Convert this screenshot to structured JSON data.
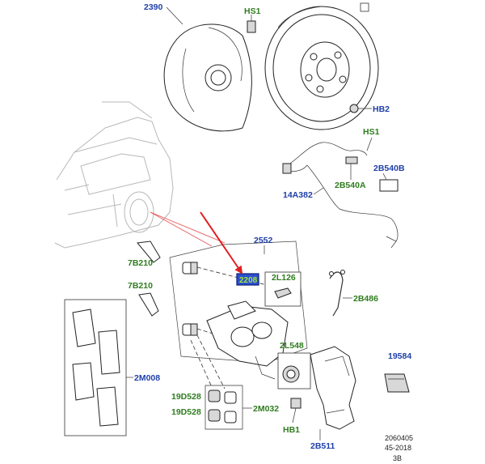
{
  "labels": {
    "p2390": "2390",
    "hs1_top": "HS1",
    "hb2": "HB2",
    "hs1_right": "HS1",
    "p2b540b": "2B540B",
    "p2b540a": "2B540A",
    "p14a382": "14A382",
    "p2552": "2552",
    "p7b210_a": "7B210",
    "p7b210_b": "7B210",
    "p2208": "2208",
    "p2l126": "2L126",
    "p2b486": "2B486",
    "p2l548": "2L548",
    "p19584": "19584",
    "p2m008": "2M008",
    "p19d528_a": "19D528",
    "p19d528_b": "19D528",
    "p2m032": "2M032",
    "hb1": "HB1",
    "p2b511": "2B511"
  },
  "footer": {
    "line1": "2060405",
    "line2": "45-2018",
    "line3": "3B"
  },
  "colors": {
    "label_blue": "#1f3fa8",
    "label_green": "#2f7d1f",
    "highlight_box": "#2d4fd0",
    "highlight_text": "#9ee83a",
    "pointer_arrow": "#e02020",
    "car_lines": "#b8b8b8"
  }
}
